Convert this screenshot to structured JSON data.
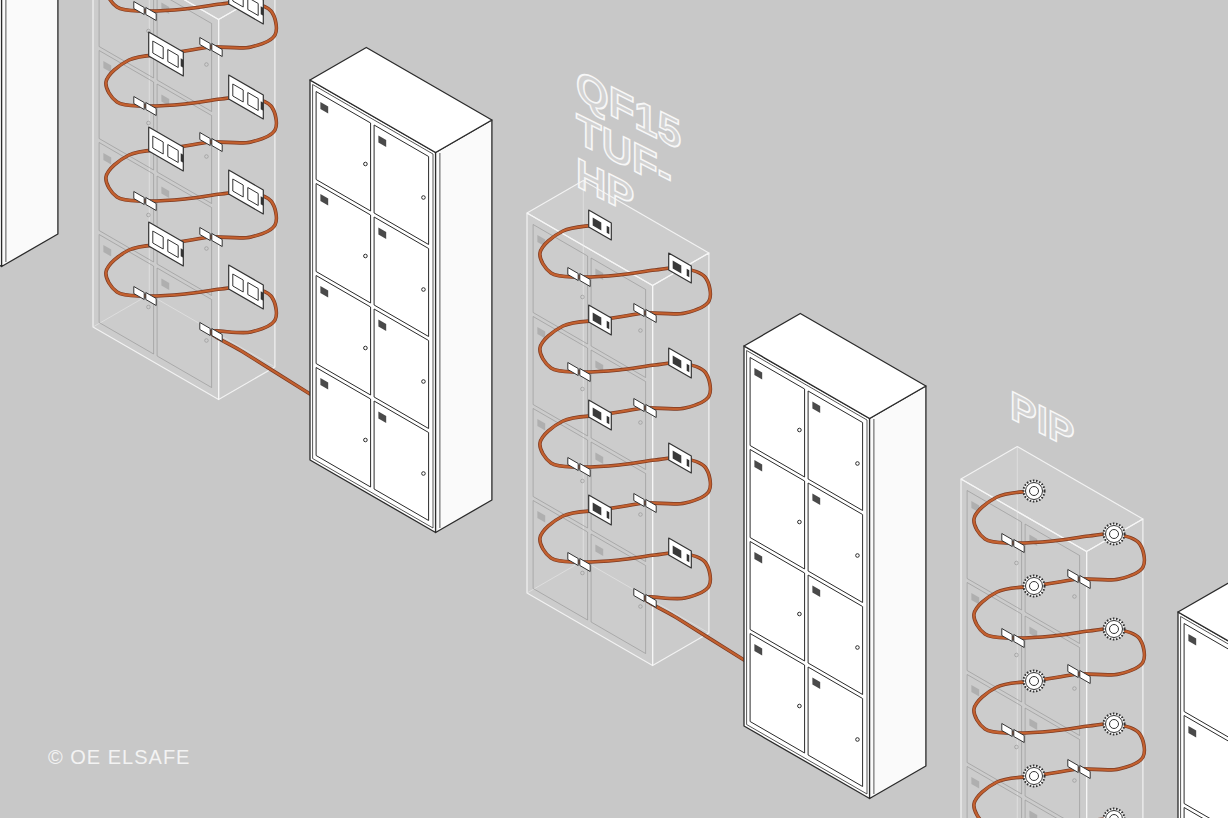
{
  "diagram": {
    "labels": [
      "QF15 TUF-HP",
      "PIP",
      "© OE ELSAFE"
    ]
  }
}
